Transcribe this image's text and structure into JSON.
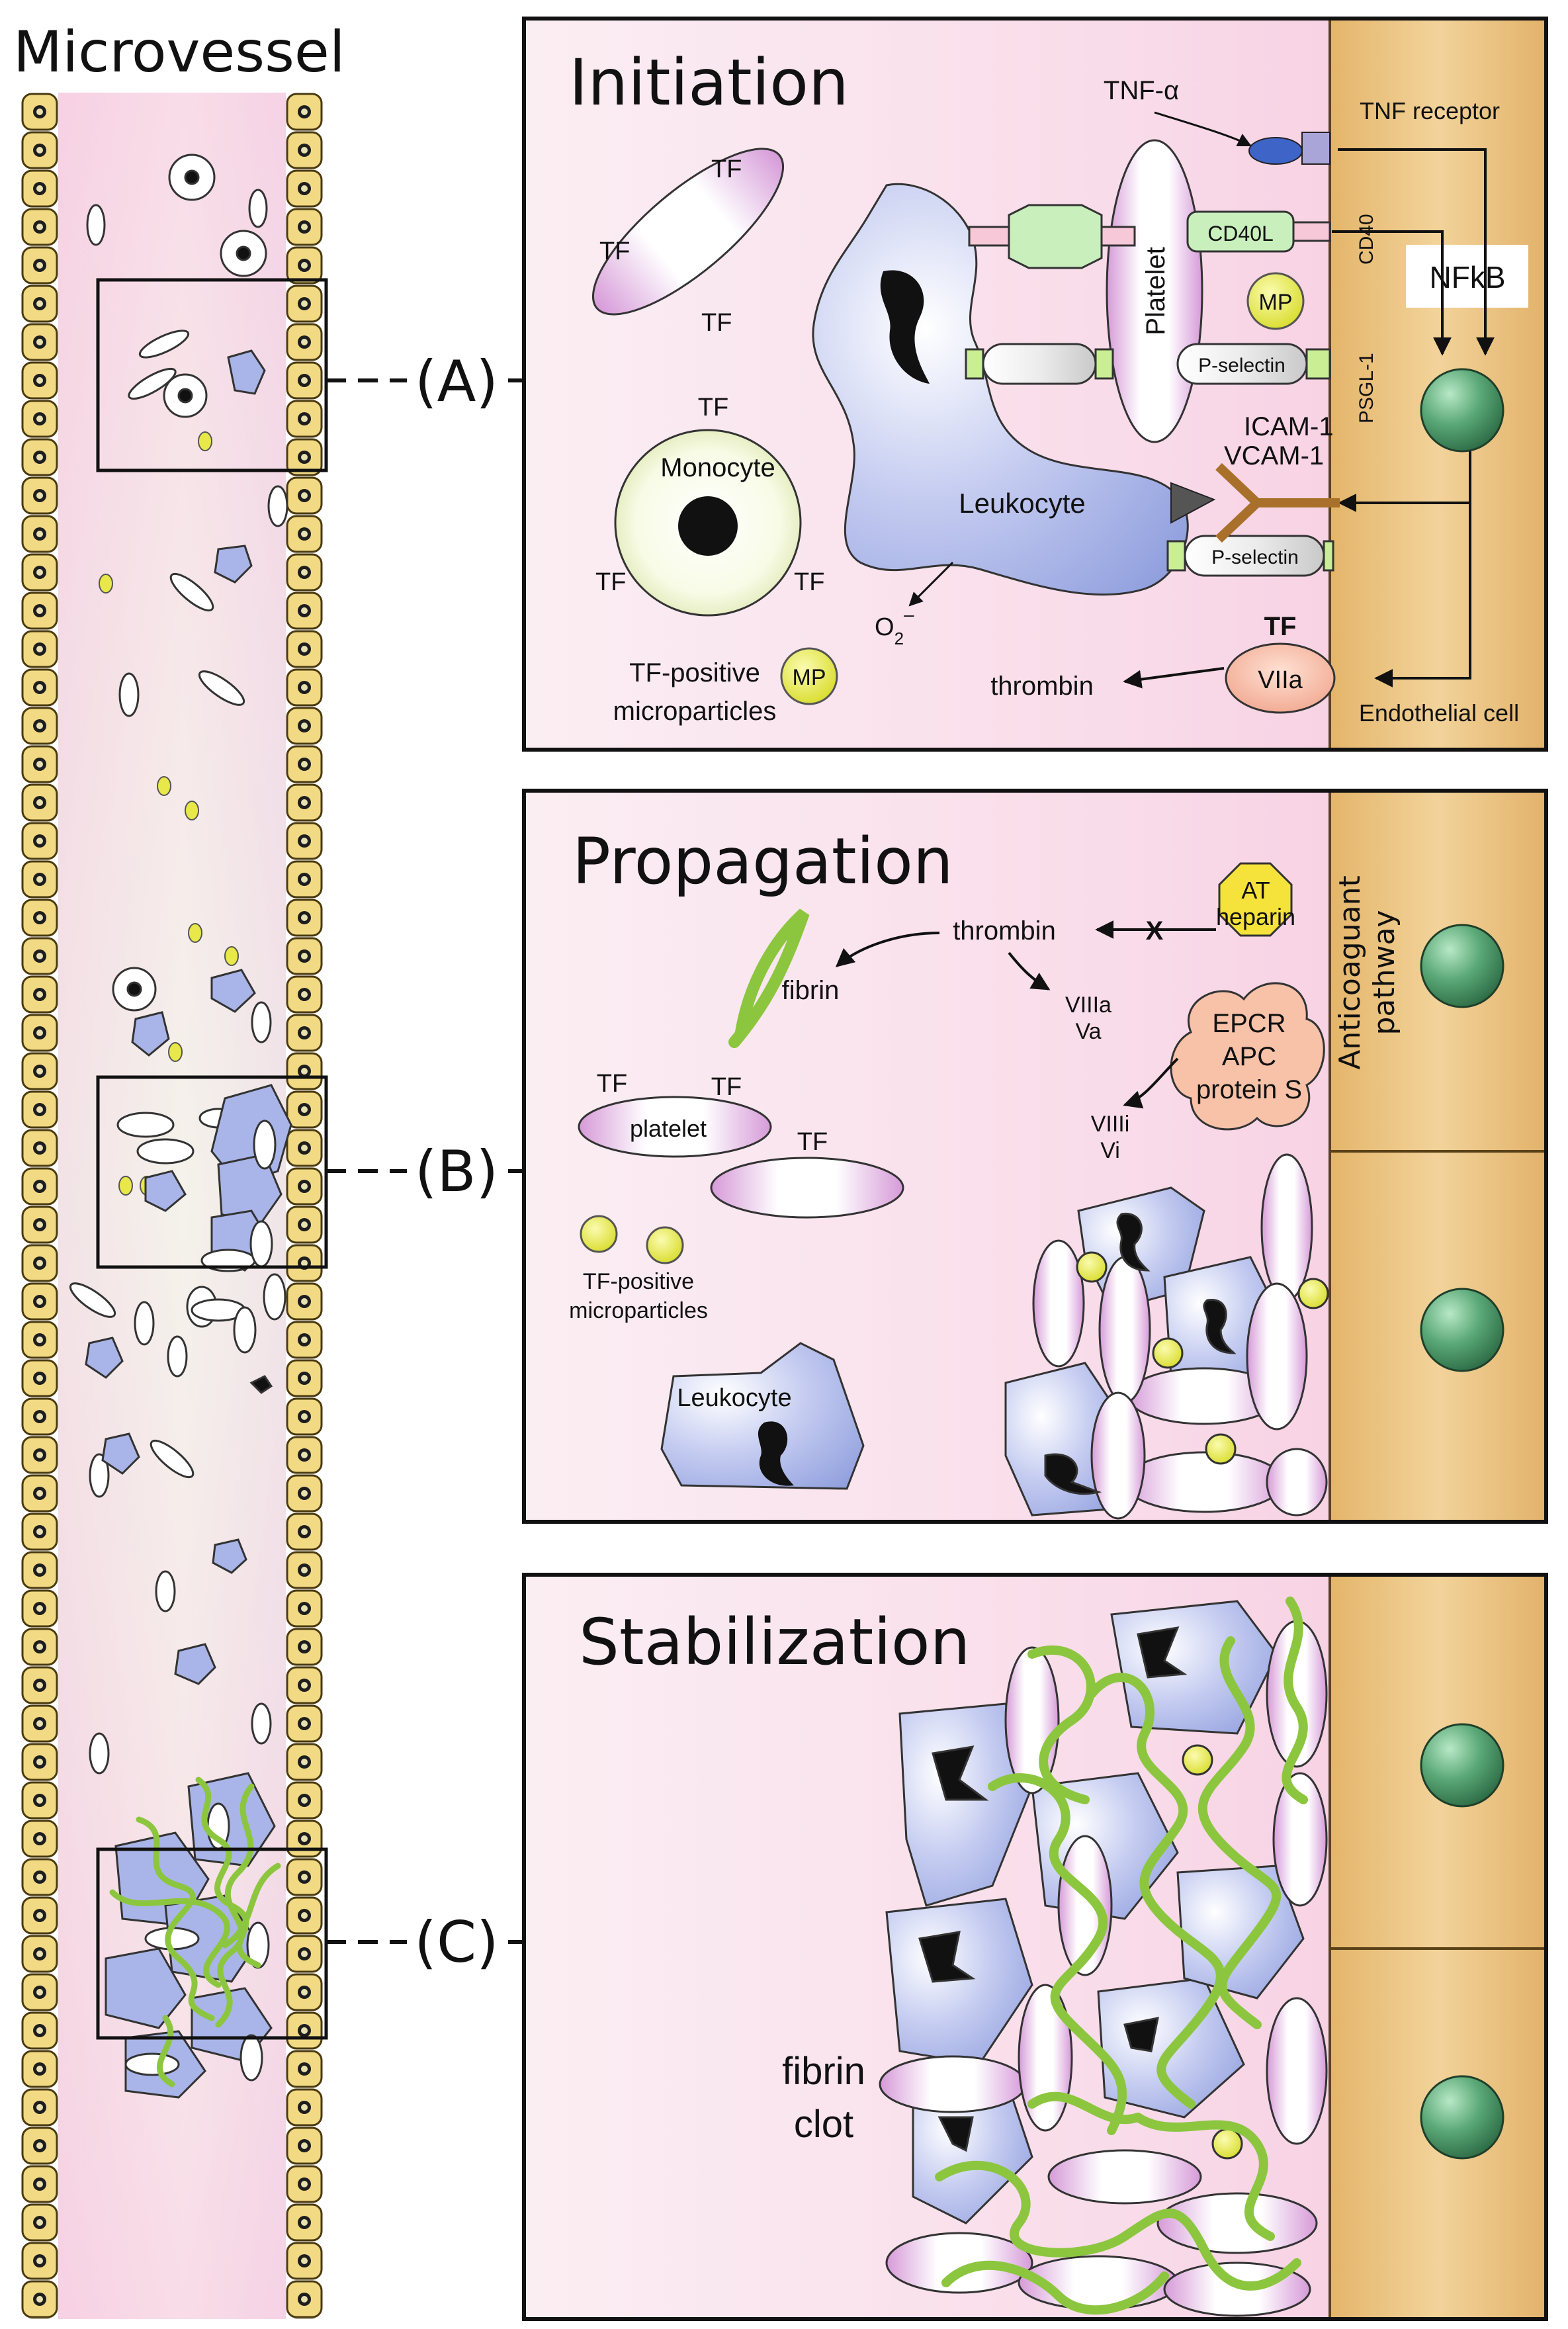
{
  "title": "Microvessel",
  "callouts": {
    "a": "(A)",
    "b": "(B)",
    "c": "(C)"
  },
  "panel_a": {
    "heading": "Initiation",
    "tnf_alpha": "TNF-α",
    "tnf_receptor": "TNF receptor",
    "cd40": "CD40",
    "cd40l": "CD40L",
    "nfkb": "NFkB",
    "platelet": "Platelet",
    "mp": "MP",
    "p_selectin": "P-selectin",
    "psgl1": "PSGL-1",
    "icam1": "ICAM-1",
    "vcam1": "VCAM-1",
    "tf": "TF",
    "monocyte": "Monocyte",
    "leukocyte": "Leukocyte",
    "o2_base": "O",
    "o2_sub": "2",
    "o2_sup": "–",
    "tf_pos_line1": "TF-positive",
    "tf_pos_line2": "microparticles",
    "thrombin": "thrombin",
    "viia": "VIIa",
    "endothelial": "Endothelial cell"
  },
  "panel_b": {
    "heading": "Propagation",
    "thrombin": "thrombin",
    "fibrin": "fibrin",
    "at": "AT",
    "heparin": "heparin",
    "x_mark": "X",
    "anticoag_line1": "Anticoaguant",
    "anticoag_line2": "pathway",
    "viiia": "VIIIa",
    "va": "Va",
    "epcr": "EPCR",
    "apc": "APC",
    "protein_s": "protein S",
    "viiii": "VIIIi",
    "vi": "Vi",
    "tf": "TF",
    "platelet": "platelet",
    "tf_pos_line1": "TF-positive",
    "tf_pos_line2": "microparticles",
    "leukocyte": "Leukocyte"
  },
  "panel_c": {
    "heading": "Stabilization",
    "clot_line1": "fibrin",
    "clot_line2": "clot"
  },
  "colors": {
    "vessel_pink": "#f6d6e6",
    "endothelium": "#e9c27a",
    "leukocyte_blue": "#a9b5e8",
    "fibrin_green": "#8cc63f",
    "mp_yellow": "#e6e84a",
    "endo_nucleus": "#4f9e6e",
    "anticoag_octagon": "#f5e23a",
    "epcr_cloud": "#f7c2a8",
    "icam_brown": "#a8702a"
  }
}
